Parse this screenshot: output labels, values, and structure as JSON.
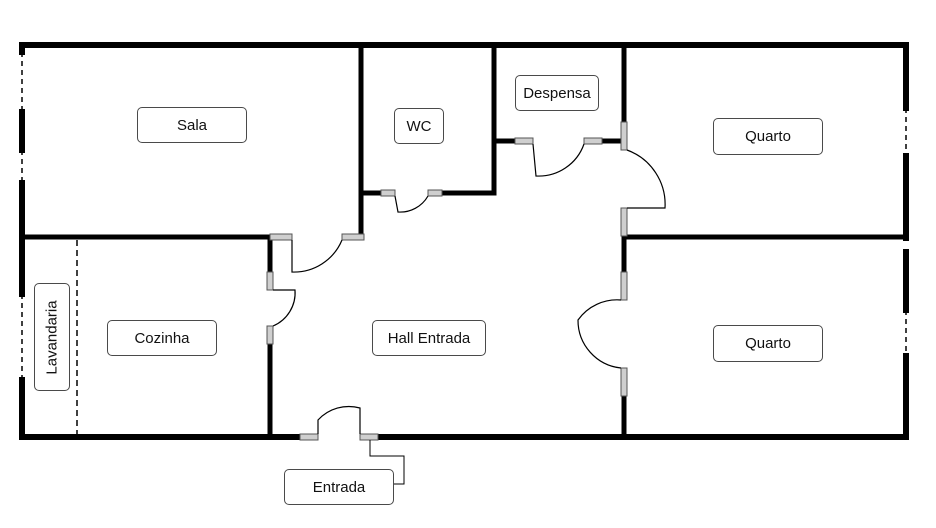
{
  "rooms": {
    "sala": "Sala",
    "wc": "WC",
    "despensa": "Despensa",
    "quarto_1": "Quarto",
    "quarto_2": "Quarto",
    "cozinha": "Cozinha",
    "lavandaria": "Lavandaria",
    "hall": "Hall Entrada",
    "entrada": "Entrada"
  },
  "colors": {
    "wall": "#000000",
    "door_jamb": "#cfcfcf",
    "label_border": "#4a4a4a"
  }
}
